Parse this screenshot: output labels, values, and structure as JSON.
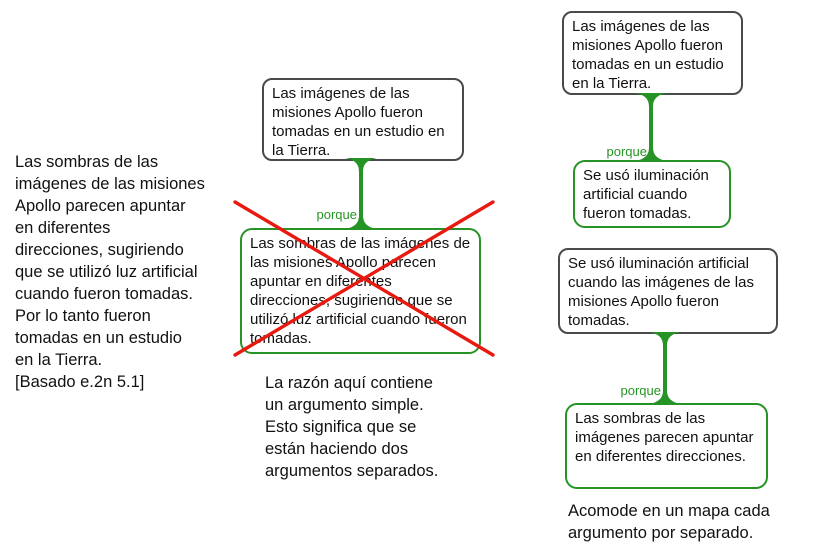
{
  "colors": {
    "green": "#259425",
    "red": "#e8190f",
    "box_border": "#4a4a4a",
    "text": "#111111",
    "background": "#ffffff"
  },
  "left_note": {
    "text": "Las sombras de las\nimágenes de las misiones\nApollo parecen apuntar\nen diferentes\ndirecciones, sugiriendo\nque se utilizó luz artificial\ncuando fueron tomadas.\nPor lo tanto fueron\ntomadas en un estudio\nen la Tierra.\n[Basado e.2n 5.1]"
  },
  "middle_map": {
    "contention": "Las imágenes de las misiones Apollo fueron tomadas en un estudio en la Tierra.",
    "connector_label": "porque",
    "reason": "Las sombras de las imágenes de las misiones Apollo parecen apuntar en diferentes direcciones, sugiriendo que se utilizó luz artificial cuando fueron tomadas.",
    "crossed_out": true,
    "caption": "La razón aquí contiene\nun argumento simple.\nEsto significa que se\nestán haciendo dos\nargumentos separados."
  },
  "right_maps": {
    "map1": {
      "contention": "Las imágenes de las misiones Apollo fueron tomadas en un estudio en la Tierra.",
      "connector_label": "porque",
      "reason": "Se usó iluminación artificial cuando fueron tomadas."
    },
    "map2": {
      "contention": "Se usó iluminación artificial cuando las imágenes de las misiones Apollo fueron tomadas.",
      "connector_label": "porque",
      "reason": "Las sombras de las imágenes parecen apuntar en diferentes direcciones."
    },
    "caption": "Acomode en un mapa cada\nargumento por separado."
  }
}
